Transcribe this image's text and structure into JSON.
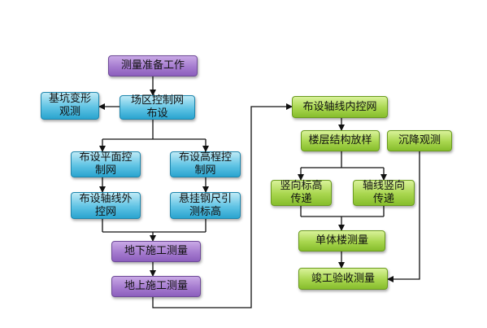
{
  "nodes": {
    "prep": "测量准备工作",
    "pit": "基坑变形\n观测",
    "site_net": "场区控制网\n布设",
    "plane_net": "布设平面控\n制网",
    "height_net": "布设高程控\n制网",
    "outer_axis": "布设轴线外\n控网",
    "steel_ruler": "悬挂钢尺引\n测标高",
    "underground": "地下施工测量",
    "aboveground": "地上施工测量",
    "inner_axis": "布设轴线内控网",
    "floor_layout": "楼层结构放样",
    "settlement": "沉降观测",
    "vert_elev": "竖向标高\n传递",
    "axis_vert": "轴线竖向\n传递",
    "single_bldg": "单体楼测量",
    "final": "竣工验收测量"
  },
  "colors": {
    "purple": "#a57bcf",
    "blue": "#5fc3e4",
    "green": "#a8d64e",
    "line": "#111111"
  }
}
